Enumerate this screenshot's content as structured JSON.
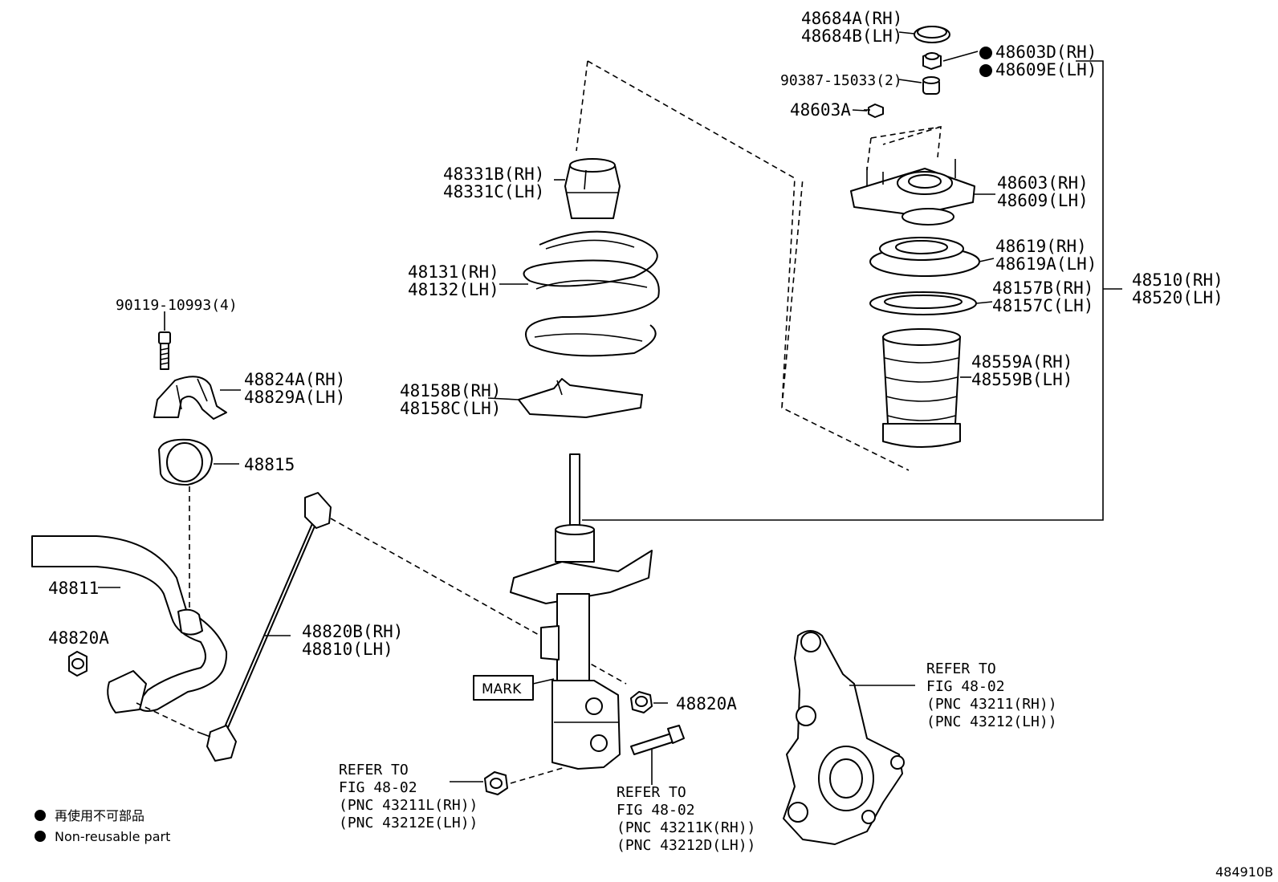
{
  "labels": {
    "l48684A": "48684A(RH)",
    "l48684B": "48684B(LH)",
    "l48603D": "48603D(RH)",
    "l48609E": "48609E(LH)",
    "l90387": "90387-15033(2)",
    "l48603A": "48603A",
    "l48603": "48603(RH)",
    "l48609": "48609(LH)",
    "l48619": "48619(RH)",
    "l48619A": "48619A(LH)",
    "l48157B": "48157B(RH)",
    "l48157C": "48157C(LH)",
    "l48559A": "48559A(RH)",
    "l48559B": "48559B(LH)",
    "l48510": "48510(RH)",
    "l48520": "48520(LH)",
    "l48331B": "48331B(RH)",
    "l48331C": "48331C(LH)",
    "l48131": "48131(RH)",
    "l48132": "48132(LH)",
    "l48158B": "48158B(RH)",
    "l48158C": "48158C(LH)",
    "l90119": "90119-10993(4)",
    "l48824A": "48824A(RH)",
    "l48829A": "48829A(LH)",
    "l48815": "48815",
    "l48811": "48811",
    "l48820A_left": "48820A",
    "l48820B": "48820B(RH)",
    "l48810": "48810(LH)",
    "l48820A_right": "48820A",
    "mark": "MARK"
  },
  "refs": {
    "knuckle": [
      "REFER TO",
      "FIG 48-02",
      "(PNC 43211(RH))",
      "(PNC 43212(LH))"
    ],
    "bolt": [
      "REFER TO",
      "FIG 48-02",
      "(PNC 43211K(RH))",
      "(PNC 43212D(LH))"
    ],
    "nut": [
      "REFER TO",
      "FIG 48-02",
      "(PNC 43211L(RH))",
      "(PNC 43212E(LH))"
    ]
  },
  "legend": {
    "line1": "再使用不可部品",
    "line2": "Non-reusable part"
  },
  "figure_code": "484910B"
}
